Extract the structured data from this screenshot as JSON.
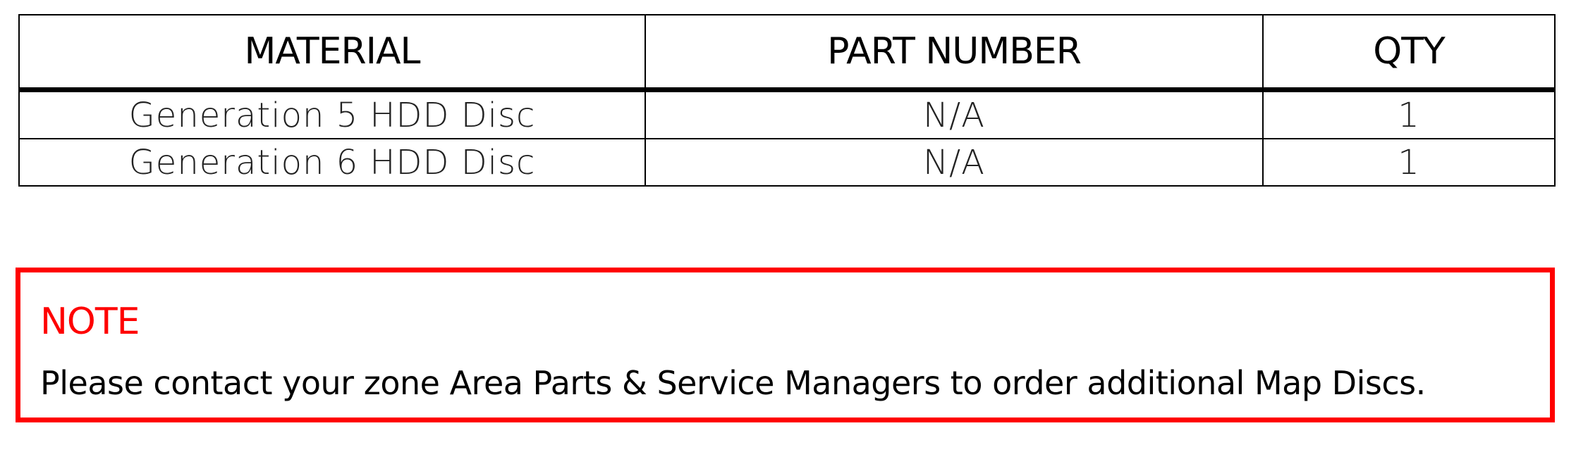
{
  "table": {
    "headers": [
      "MATERIAL",
      "PART NUMBER",
      "QTY"
    ],
    "rows": [
      [
        "Generation 5 HDD Disc",
        "N/A",
        "1"
      ],
      [
        "Generation 6 HDD Disc",
        "N/A",
        "1"
      ]
    ]
  },
  "note": {
    "title": "NOTE",
    "body": "Please contact your zone Area Parts & Service Managers to order additional Map Discs.",
    "border_color": "#ff0000",
    "title_color": "#ff0000"
  }
}
